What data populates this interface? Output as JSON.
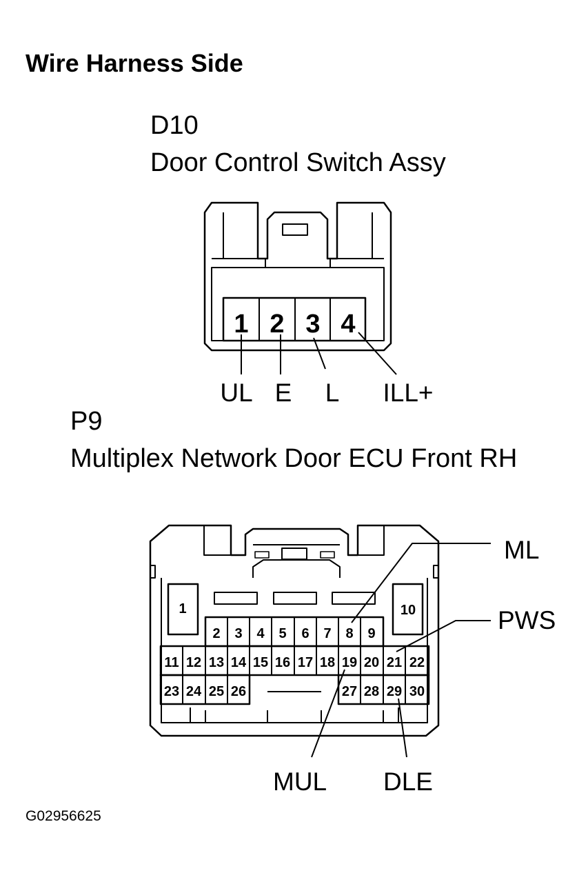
{
  "title": "Wire Harness Side",
  "figure_id": "G02956625",
  "d10": {
    "code": "D10",
    "name": "Door Control Switch Assy",
    "pins": [
      "1",
      "2",
      "3",
      "4"
    ],
    "signals": [
      "UL",
      "E",
      "L",
      "ILL+"
    ]
  },
  "p9": {
    "code": "P9",
    "name": "Multiplex Network Door ECU Front RH",
    "pins": [
      "1",
      "2",
      "3",
      "4",
      "5",
      "6",
      "7",
      "8",
      "9",
      "10",
      "11",
      "12",
      "13",
      "14",
      "15",
      "16",
      "17",
      "18",
      "19",
      "20",
      "21",
      "22",
      "23",
      "24",
      "25",
      "26",
      "27",
      "28",
      "29",
      "30"
    ],
    "signals": {
      "ml": "ML",
      "pws": "PWS",
      "mul": "MUL",
      "dle": "DLE"
    }
  }
}
